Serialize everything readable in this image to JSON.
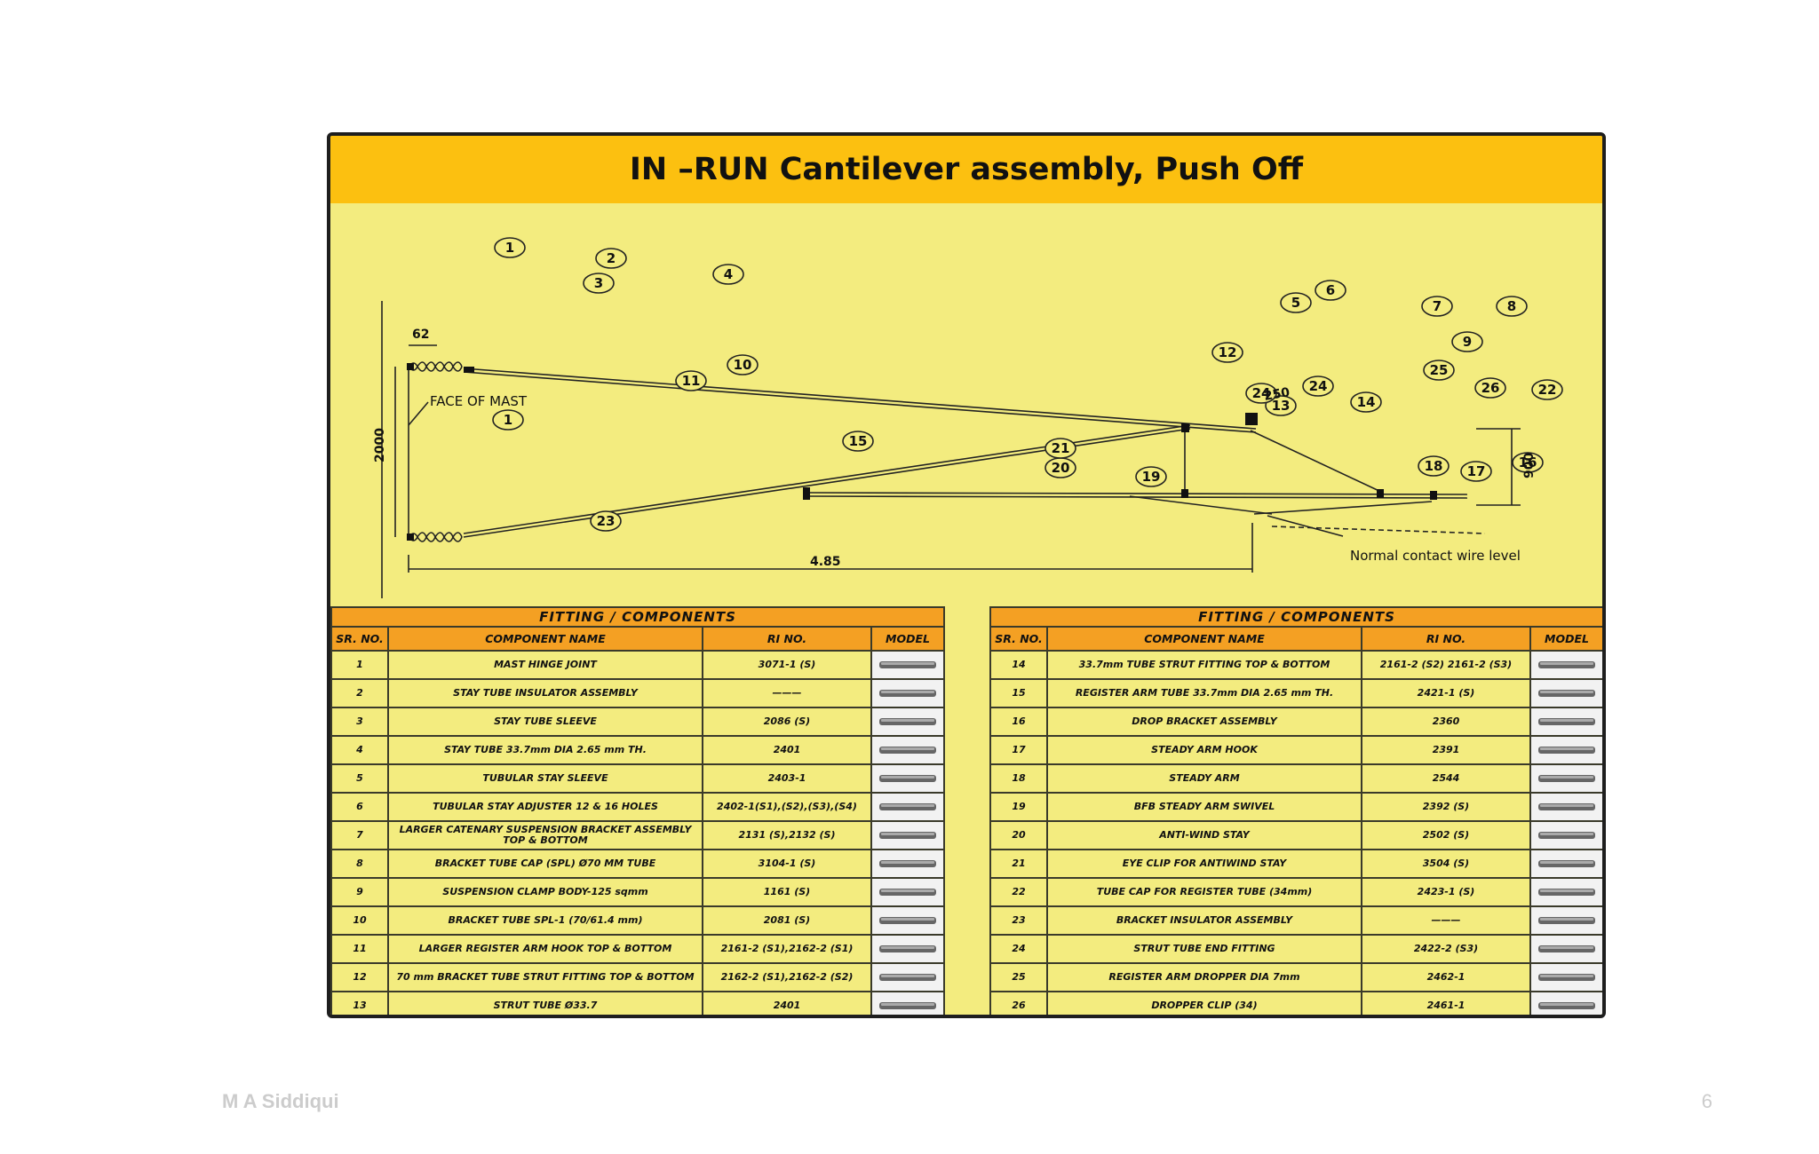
{
  "title": "IN –RUN Cantilever assembly, Push Off",
  "diagram": {
    "callouts": [
      "1",
      "2",
      "3",
      "4",
      "5",
      "6",
      "7",
      "8",
      "9",
      "10",
      "11",
      "12",
      "13",
      "14",
      "15",
      "16",
      "17",
      "18",
      "19",
      "20",
      "21",
      "22",
      "23",
      "24",
      "24",
      "25",
      "26",
      "1"
    ],
    "labels": {
      "face_of_mast": "FACE OF MAST",
      "normal_contact": "Normal contact wire level"
    },
    "dimensions": {
      "d62": "62",
      "d2000": "2000",
      "d250": "250",
      "d900": "900",
      "d485": "4.85"
    }
  },
  "tables": {
    "caption": "FITTING / COMPONENTS",
    "headers": {
      "sr": "SR. NO.",
      "name": "COMPONENT NAME",
      "ri": "RI NO.",
      "model": "MODEL"
    },
    "left": [
      {
        "sr": "1",
        "name": "MAST HINGE JOINT",
        "ri": "3071-1 (S)"
      },
      {
        "sr": "2",
        "name": "STAY TUBE INSULATOR ASSEMBLY",
        "ri": "———"
      },
      {
        "sr": "3",
        "name": "STAY TUBE SLEEVE",
        "ri": "2086 (S)"
      },
      {
        "sr": "4",
        "name": "STAY TUBE 33.7mm DIA 2.65 mm TH.",
        "ri": "2401"
      },
      {
        "sr": "5",
        "name": "TUBULAR STAY SLEEVE",
        "ri": "2403-1"
      },
      {
        "sr": "6",
        "name": "TUBULAR STAY ADJUSTER 12 & 16 HOLES",
        "ri": "2402-1(S1),(S2),(S3),(S4)"
      },
      {
        "sr": "7",
        "name": "LARGER CATENARY SUSPENSION BRACKET ASSEMBLY TOP & BOTTOM",
        "ri": "2131 (S),2132 (S)"
      },
      {
        "sr": "8",
        "name": "BRACKET TUBE CAP (SPL) Ø70 MM TUBE",
        "ri": "3104-1 (S)"
      },
      {
        "sr": "9",
        "name": "SUSPENSION CLAMP BODY-125 sqmm",
        "ri": "1161 (S)"
      },
      {
        "sr": "10",
        "name": "BRACKET TUBE SPL-1 (70/61.4 mm)",
        "ri": "2081 (S)"
      },
      {
        "sr": "11",
        "name": "LARGER REGISTER ARM HOOK TOP & BOTTOM",
        "ri": "2161-2 (S1),2162-2 (S1)"
      },
      {
        "sr": "12",
        "name": "70 mm BRACKET TUBE STRUT FITTING TOP & BOTTOM",
        "ri": "2162-2 (S1),2162-2 (S2)"
      },
      {
        "sr": "13",
        "name": "STRUT TUBE Ø33.7",
        "ri": "2401"
      }
    ],
    "right": [
      {
        "sr": "14",
        "name": "33.7mm TUBE STRUT FITTING TOP & BOTTOM",
        "ri": "2161-2 (S2) 2161-2 (S3)"
      },
      {
        "sr": "15",
        "name": "REGISTER ARM TUBE 33.7mm DIA 2.65 mm TH.",
        "ri": "2421-1 (S)"
      },
      {
        "sr": "16",
        "name": "DROP BRACKET ASSEMBLY",
        "ri": "2360"
      },
      {
        "sr": "17",
        "name": "STEADY ARM HOOK",
        "ri": "2391"
      },
      {
        "sr": "18",
        "name": "STEADY ARM",
        "ri": "2544"
      },
      {
        "sr": "19",
        "name": "BFB STEADY ARM SWIVEL",
        "ri": "2392 (S)"
      },
      {
        "sr": "20",
        "name": "ANTI-WIND STAY",
        "ri": "2502 (S)"
      },
      {
        "sr": "21",
        "name": "EYE CLIP FOR ANTIWIND STAY",
        "ri": "3504 (S)"
      },
      {
        "sr": "22",
        "name": "TUBE CAP FOR REGISTER TUBE (34mm)",
        "ri": "2423-1 (S)"
      },
      {
        "sr": "23",
        "name": "BRACKET INSULATOR ASSEMBLY",
        "ri": "———"
      },
      {
        "sr": "24",
        "name": "STRUT TUBE END FITTING",
        "ri": "2422-2 (S3)"
      },
      {
        "sr": "25",
        "name": "REGISTER ARM DROPPER DIA 7mm",
        "ri": "2462-1"
      },
      {
        "sr": "26",
        "name": "DROPPER CLIP (34)",
        "ri": "2461-1"
      }
    ]
  },
  "footer": {
    "author": "M A Siddiqui",
    "page": "6"
  },
  "colors": {
    "panel": "#f3ec7f",
    "title_bar": "#fcc010",
    "table_header": "#f4a023"
  }
}
